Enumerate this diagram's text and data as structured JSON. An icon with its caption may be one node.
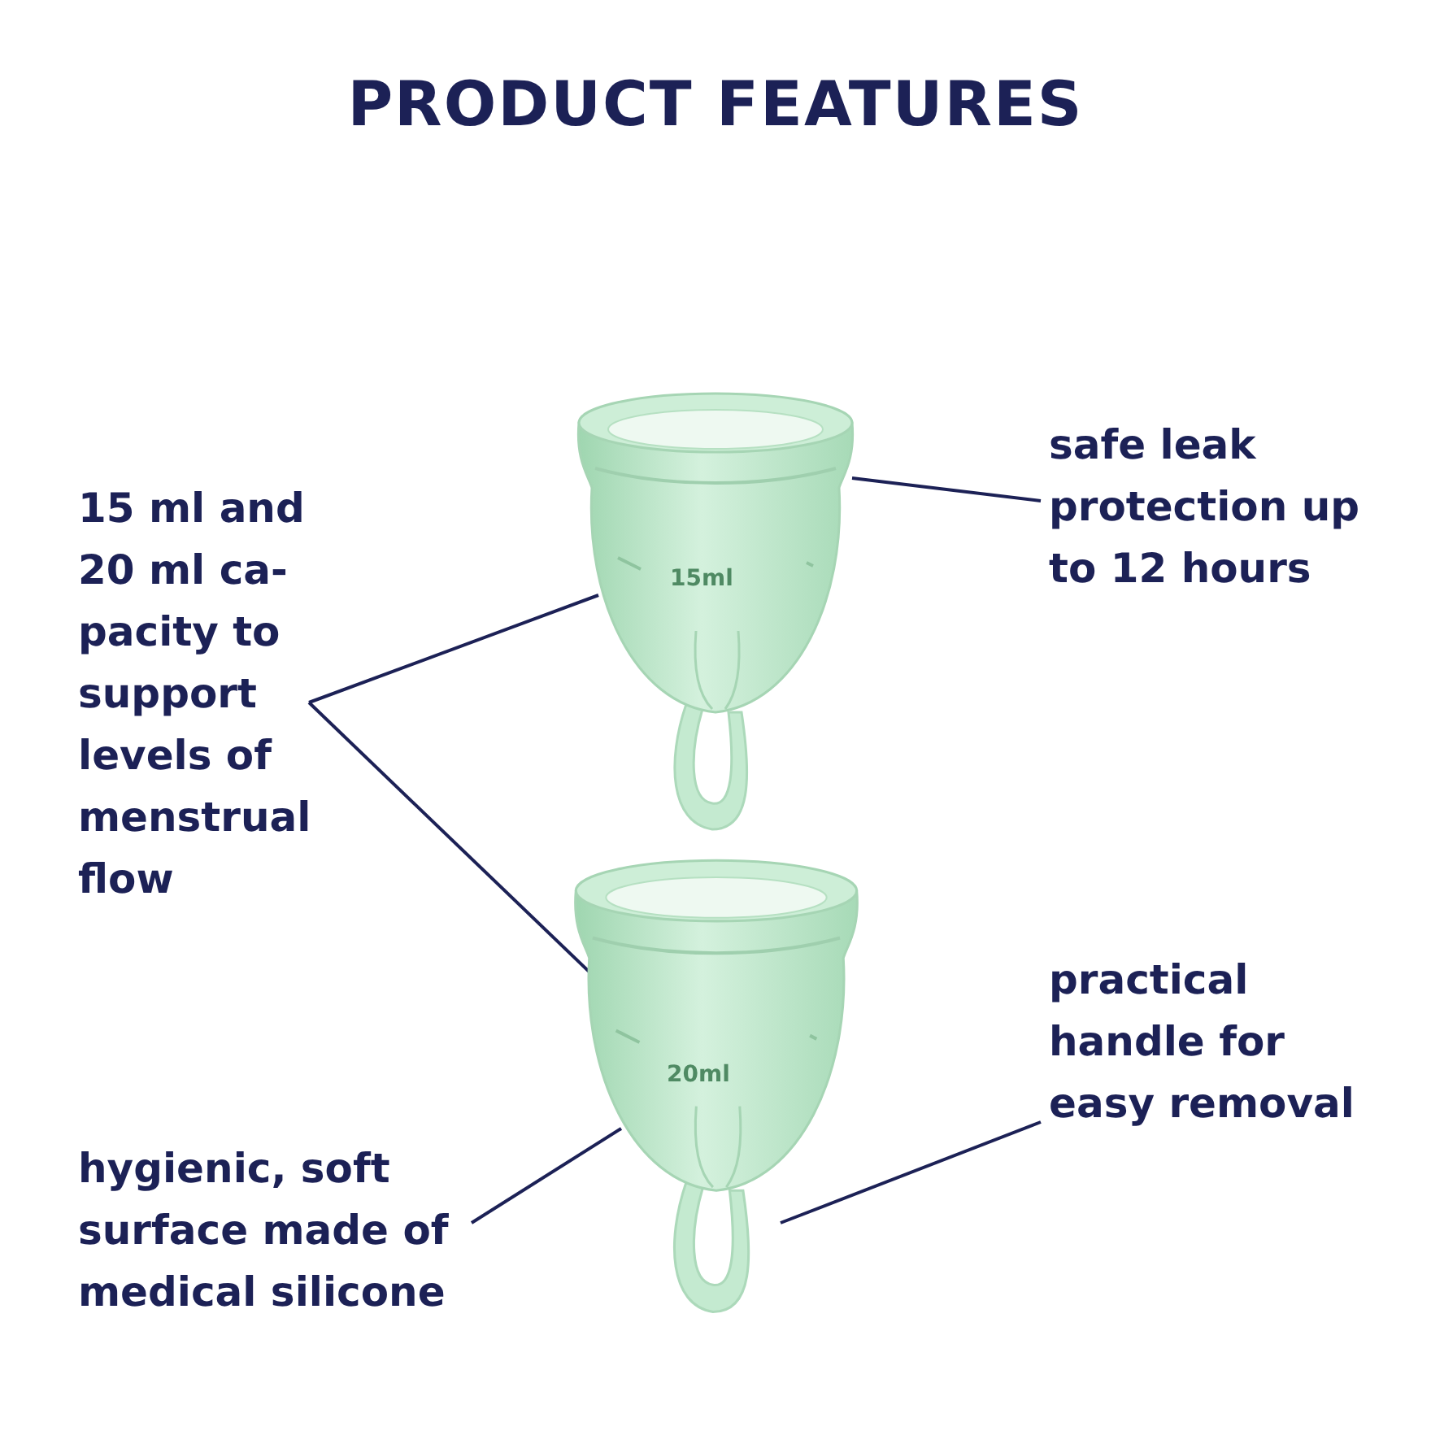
{
  "diagram": {
    "title": "PRODUCT FEATURES",
    "nodes": [
      {
        "text": [
          "safe leak protection up to 12 hours"
        ]
      },
      {
        "text": [
          "15 ml and 20 ml ca- pacity to support levels of menstrual flow"
        ]
      },
      {
        "text": [
          "hygienic, soft surface made of medical silicone"
        ]
      },
      {
        "text": [
          "practical handle for easy removal"
        ]
      },
      {
        "text": [],
        "shape": "picture"
      },
      {
        "text": [],
        "shape": "picture"
      }
    ],
    "edges": [
      {
        "from": 0,
        "to": 4,
        "arrow": "none"
      },
      {
        "from": 1,
        "to": 4,
        "arrow": "none"
      },
      {
        "from": 1,
        "to": 5,
        "arrow": "none"
      },
      {
        "from": 2,
        "to": 5,
        "arrow": "none"
      },
      {
        "from": 3,
        "to": 5,
        "arrow": "none"
      }
    ],
    "labels": [
      "15ml",
      "20ml"
    ]
  }
}
